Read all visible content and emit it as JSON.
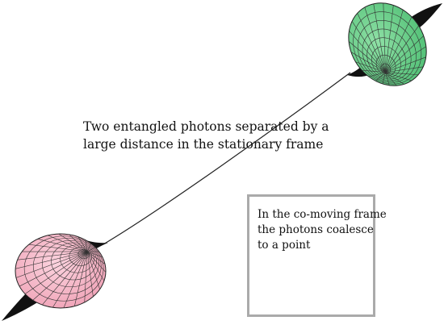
{
  "caption_main": {
    "line1": "Two entangled photons separated by a",
    "line2": "large distance in the stationary frame"
  },
  "inset": {
    "line1": "In the co-moving frame",
    "line2": "the photons coalesce",
    "line3": "to a point"
  },
  "colors": {
    "photon_pink": "#f4b6c6",
    "photon_green": "#6fcf8e",
    "mesh_line": "#222222",
    "inset_border": "#aaaaaa"
  }
}
